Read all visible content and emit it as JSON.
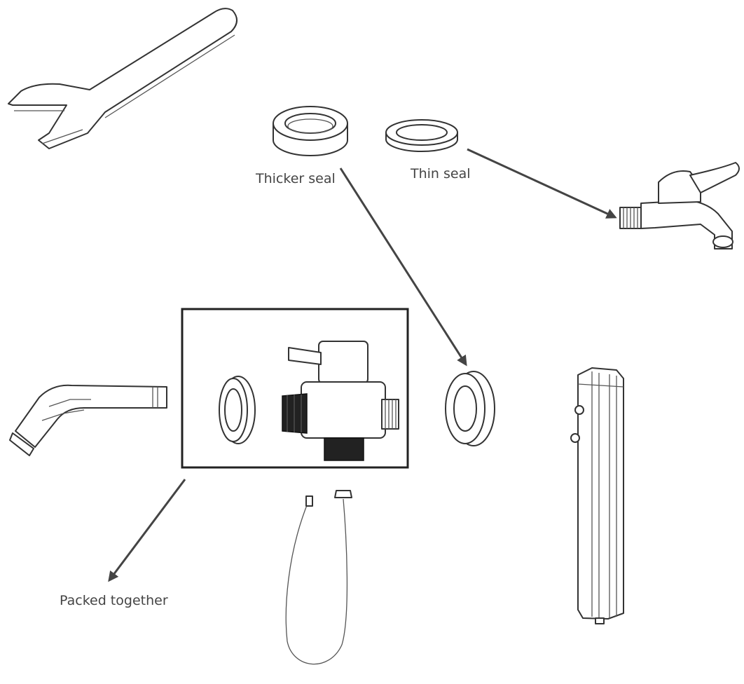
{
  "labels": {
    "thicker_seal": "Thicker seal",
    "thin_seal": "Thin seal",
    "packed_together": "Packed together"
  },
  "icons": [
    "wrench-icon",
    "thicker-seal-icon",
    "thin-seal-icon",
    "faucet-icon",
    "shower-arm-icon",
    "diverter-valve-icon",
    "hose-icon",
    "shower-column-icon"
  ],
  "colors": {
    "line": "#333333",
    "background": "#ffffff"
  }
}
